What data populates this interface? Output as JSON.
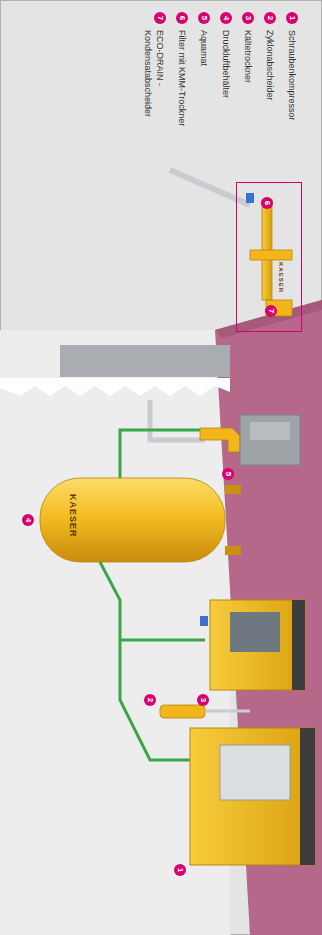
{
  "diagram": {
    "nodes": [
      {
        "text": [
          "6",
          "7"
        ]
      }
    ],
    "labels": [
      "1",
      "Schraubenkompressor",
      "2",
      "Zyklonabscheider",
      "3",
      "Kältetrockner",
      "4",
      "Druckluftbehälter",
      "5",
      "Aquamat",
      "6",
      "Filter mit KMM-Trockner",
      "7",
      "ECO-DRAIN - Kondensatabscheider",
      "1",
      "2",
      "3",
      "4",
      "5",
      "KAESER",
      "KAESER"
    ]
  }
}
